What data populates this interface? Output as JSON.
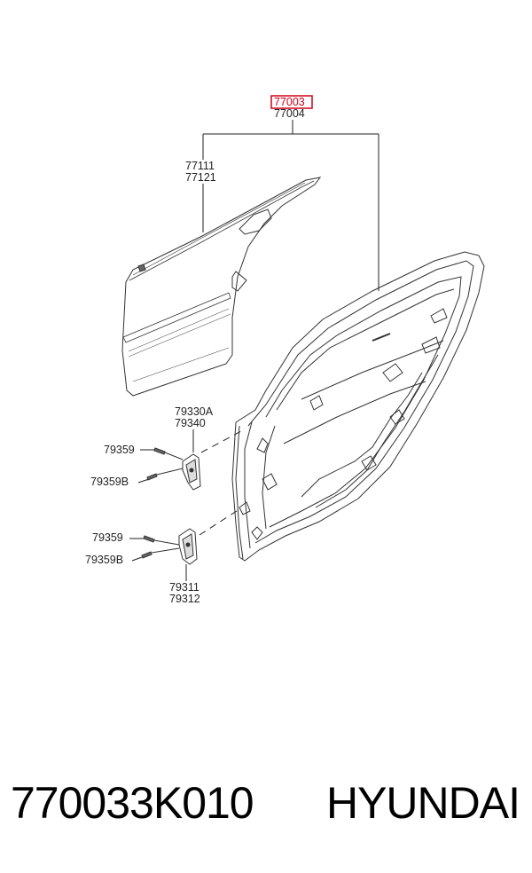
{
  "diagram": {
    "labels": {
      "assembly_lh": "77003",
      "assembly_rh": "77004",
      "panel_lh": "77111",
      "panel_rh": "77121",
      "upper_hinge_lh": "79330A",
      "upper_hinge_rh": "79340",
      "bolt_upper": "79359",
      "bolt_upper_b": "79359B",
      "bolt_lower": "79359",
      "bolt_lower_b": "79359B",
      "lower_hinge_lh": "79311",
      "lower_hinge_rh": "79312"
    },
    "highlight_color": "#d0001a"
  },
  "footer": {
    "part_number": "770033K010",
    "brand": "HYUNDAI"
  }
}
